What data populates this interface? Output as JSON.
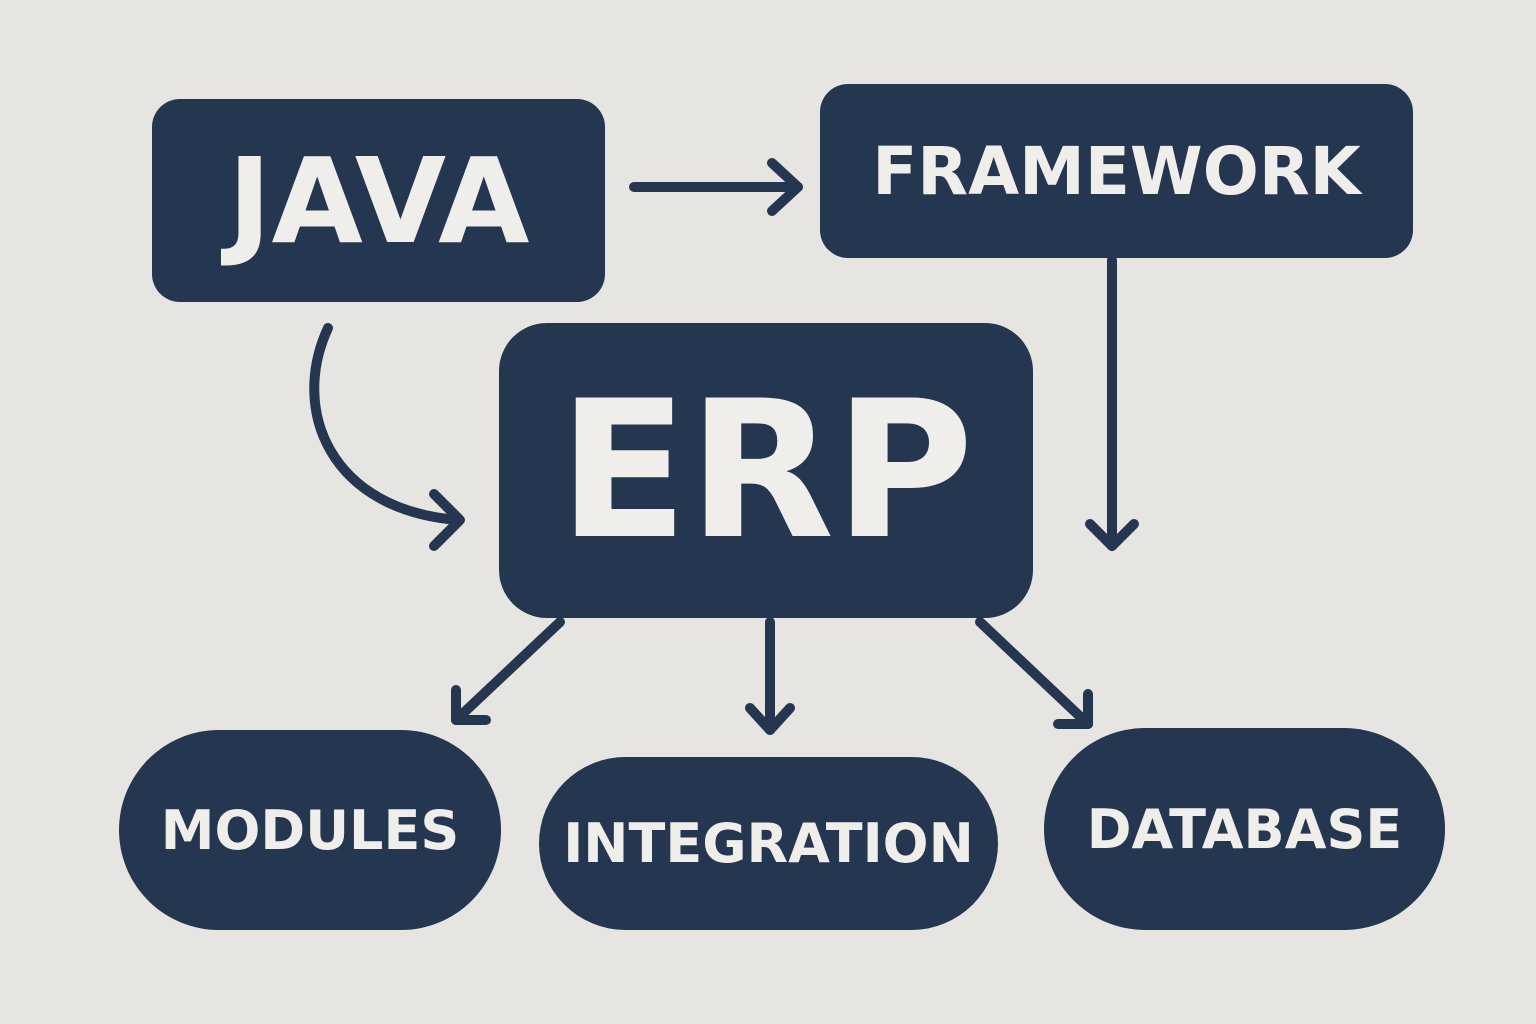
{
  "nodes": {
    "java": "JAVA",
    "framework": "FRAMEWORK",
    "erp": "ERP",
    "modules": "MODULES",
    "integration": "INTEGRATION",
    "database": "DATABASE"
  },
  "colors": {
    "background": "#e6e5e2",
    "node": "#243650",
    "text": "#efeeea"
  }
}
